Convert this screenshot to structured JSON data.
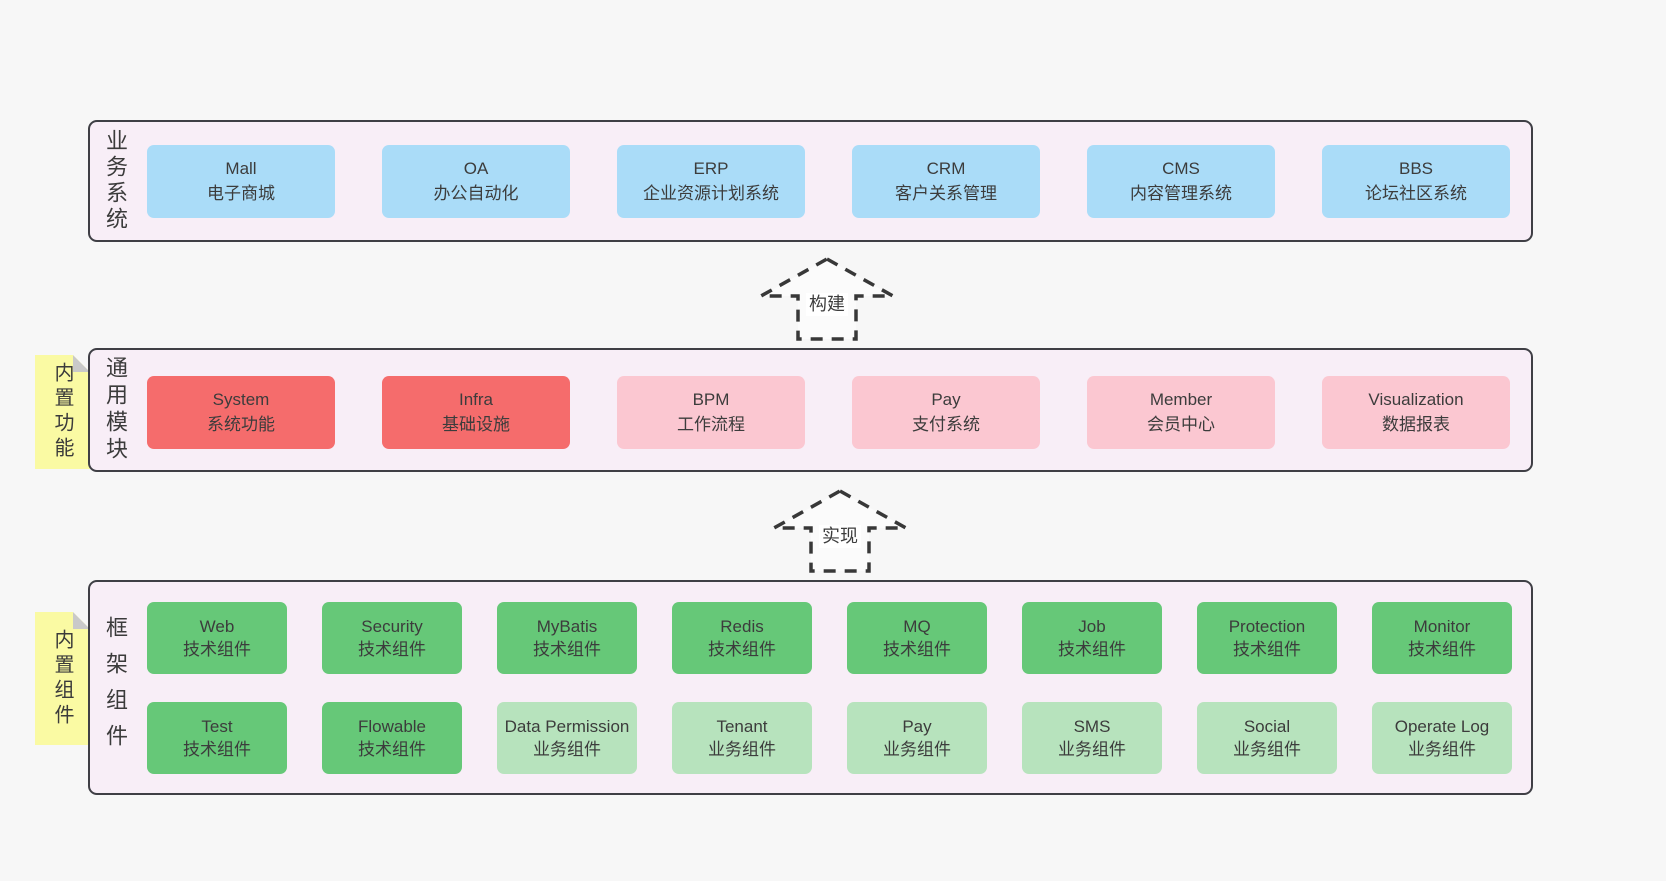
{
  "layers": [
    {
      "label": "业务系统",
      "boxes": [
        {
          "title": "Mall",
          "subtitle": "电子商城"
        },
        {
          "title": "OA",
          "subtitle": "办公自动化"
        },
        {
          "title": "ERP",
          "subtitle": "企业资源计划系统"
        },
        {
          "title": "CRM",
          "subtitle": "客户关系管理"
        },
        {
          "title": "CMS",
          "subtitle": "内容管理系统"
        },
        {
          "title": "BBS",
          "subtitle": "论坛社区系统"
        }
      ]
    },
    {
      "label": "通用模块",
      "note": "内置功能",
      "boxes": [
        {
          "title": "System",
          "subtitle": "系统功能",
          "highlighted": true
        },
        {
          "title": "Infra",
          "subtitle": "基础设施",
          "highlighted": true
        },
        {
          "title": "BPM",
          "subtitle": "工作流程",
          "highlighted": false
        },
        {
          "title": "Pay",
          "subtitle": "支付系统",
          "highlighted": false
        },
        {
          "title": "Member",
          "subtitle": "会员中心",
          "highlighted": false
        },
        {
          "title": "Visualization",
          "subtitle": "数据报表",
          "highlighted": false
        }
      ]
    },
    {
      "label": "框架组件",
      "note": "内置组件",
      "rows": [
        [
          {
            "title": "Web",
            "subtitle": "技术组件"
          },
          {
            "title": "Security",
            "subtitle": "技术组件"
          },
          {
            "title": "MyBatis",
            "subtitle": "技术组件"
          },
          {
            "title": "Redis",
            "subtitle": "技术组件"
          },
          {
            "title": "MQ",
            "subtitle": "技术组件"
          },
          {
            "title": "Job",
            "subtitle": "技术组件"
          },
          {
            "title": "Protection",
            "subtitle": "技术组件"
          },
          {
            "title": "Monitor",
            "subtitle": "技术组件"
          }
        ],
        [
          {
            "title": "Test",
            "subtitle": "技术组件"
          },
          {
            "title": "Flowable",
            "subtitle": "技术组件"
          },
          {
            "title": "Data Permission",
            "subtitle": "业务组件"
          },
          {
            "title": "Tenant",
            "subtitle": "业务组件"
          },
          {
            "title": "Pay",
            "subtitle": "业务组件"
          },
          {
            "title": "SMS",
            "subtitle": "业务组件"
          },
          {
            "title": "Social",
            "subtitle": "业务组件"
          },
          {
            "title": "Operate Log",
            "subtitle": "业务组件"
          }
        ]
      ]
    }
  ],
  "arrows": [
    {
      "label": "构建"
    },
    {
      "label": "实现"
    }
  ],
  "colors": {
    "page_bg": "#f7f7f7",
    "panel_bg": "#f8eef7",
    "panel_border": "#3f3f45",
    "blue_box": "#aadcf8",
    "red_box": "#f56c6c",
    "pink_box": "#fbc7d1",
    "green_box": "#66c878",
    "light_green_box": "#b7e3bd",
    "note_yellow": "#fafaa3",
    "fold_gray": "#c9c9c9",
    "text": "#3d3d3d"
  }
}
